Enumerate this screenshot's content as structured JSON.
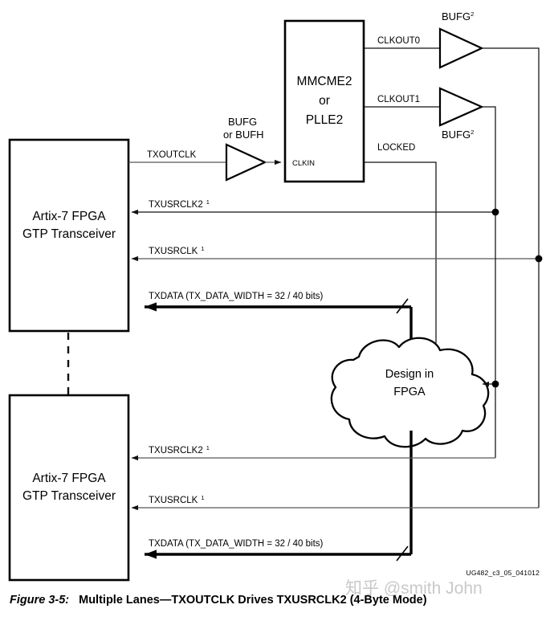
{
  "figure": {
    "number": "Figure 3-5:",
    "title": "Multiple Lanes—TXOUTCLK Drives TXUSRCLK2 (4-Byte Mode)",
    "reference_code": "UG482_c3_05_041012",
    "watermark": "知乎 @smith John"
  },
  "blocks": {
    "transceiver_top": {
      "line1": "Artix-7 FPGA",
      "line2": "GTP Transceiver"
    },
    "transceiver_bottom": {
      "line1": "Artix-7 FPGA",
      "line2": "GTP Transceiver"
    },
    "clock_manager": {
      "line1": "MMCME2",
      "line2": "or",
      "line3": "PLLE2",
      "input_pin": "CLKIN",
      "output_pins": [
        "CLKOUT0",
        "CLKOUT1",
        "LOCKED"
      ]
    },
    "cloud": {
      "line1": "Design in",
      "line2": "FPGA"
    }
  },
  "buffers": {
    "input_buffer": {
      "line1": "BUFG",
      "line2": "or BUFH"
    },
    "bufg_top": {
      "label": "BUFG",
      "superscript": "2"
    },
    "bufg_bottom": {
      "label": "BUFG",
      "superscript": "2"
    }
  },
  "signals": {
    "txoutclk": "TXOUTCLK",
    "clkout0": "CLKOUT0",
    "clkout1": "CLKOUT1",
    "locked": "LOCKED",
    "clkin": "CLKIN",
    "txusrclk2": "TXUSRCLK2",
    "txusrclk": "TXUSRCLK",
    "txdata": "TXDATA (TX_DATA_WIDTH = 32 / 40 bits)",
    "footnote_marker": "1"
  },
  "colors": {
    "background": "#ffffff",
    "stroke": "#000000",
    "wire": "#58585a",
    "watermark": "#c9c9c9"
  }
}
